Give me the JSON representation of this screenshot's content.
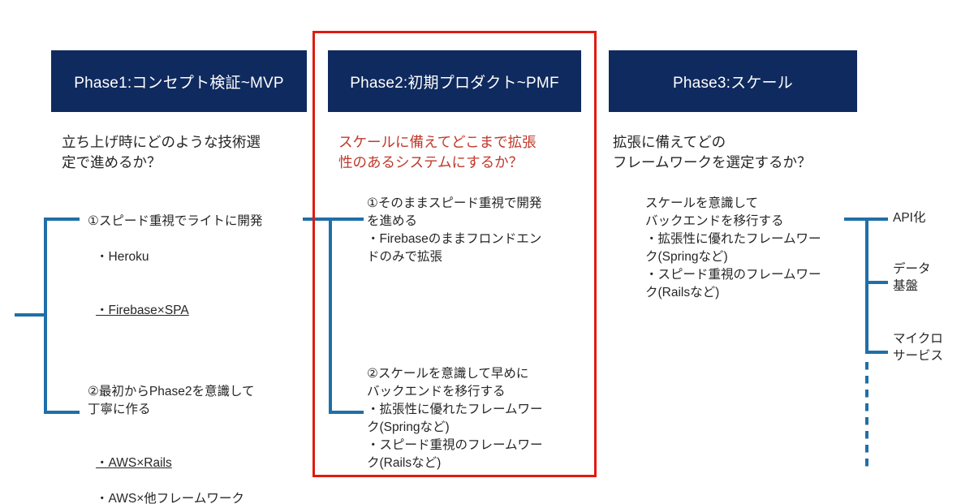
{
  "phases": [
    {
      "id": "phase1",
      "label": "Phase1:コンセプト検証~MVP"
    },
    {
      "id": "phase2",
      "label": "Phase2:初期プロダクト~PMF"
    },
    {
      "id": "phase3",
      "label": "Phase3:スケール"
    }
  ],
  "questions": [
    {
      "id": "question1",
      "text": "立ち上げ時にどのような技術選\n定で進めるか？",
      "color": "#262626"
    },
    {
      "id": "question2",
      "text": "スケールに備えてどこまで拡張\n性のあるシステムにするか？",
      "color": "#c0392b"
    },
    {
      "id": "question3",
      "text": "拡張に備えてどの\nフレームワークを選定するか？",
      "color": "#262626"
    }
  ],
  "options": {
    "phase1_option1_head": "①スピード重視でライトに開発",
    "phase1_option1_bullet1": "・Heroku",
    "phase1_option1_bullet2": "・Firebase×SPA",
    "phase1_option2_head": "②最初からPhase2を意識して\n丁寧に作る",
    "phase1_option2_bullet1": "・AWS×Rails",
    "phase1_option2_bullet2": "・AWS×他フレームワーク",
    "phase2_option1": "①そのままスピード重視で開発\nを進める\n・Firebaseのままフロンドエン\nドのみで拡張",
    "phase2_option2": "②スケールを意識して早めに\nバックエンドを移行する\n・拡張性に優れたフレームワー\nク(Springなど)\n・スピード重視のフレームワー\nク(Railsなど)",
    "phase3_option1": "スケールを意識して\nバックエンドを移行する\n・拡張性に優れたフレームワー\nク(Springなど)\n・スピード重視のフレームワー\nク(Railsなど)"
  },
  "tags": [
    {
      "id": "tag-api",
      "text": "API化"
    },
    {
      "id": "tag-data",
      "text": "データ\n基盤"
    },
    {
      "id": "tag-micro",
      "text": "マイクロ\nサービス"
    }
  ],
  "colors": {
    "header_navy": "#0f2a5e",
    "highlight_red": "#e01b10",
    "question_red": "#c0392b",
    "connector_blue": "#1f6fa8",
    "body_text": "#262626",
    "background": "#ffffff"
  }
}
